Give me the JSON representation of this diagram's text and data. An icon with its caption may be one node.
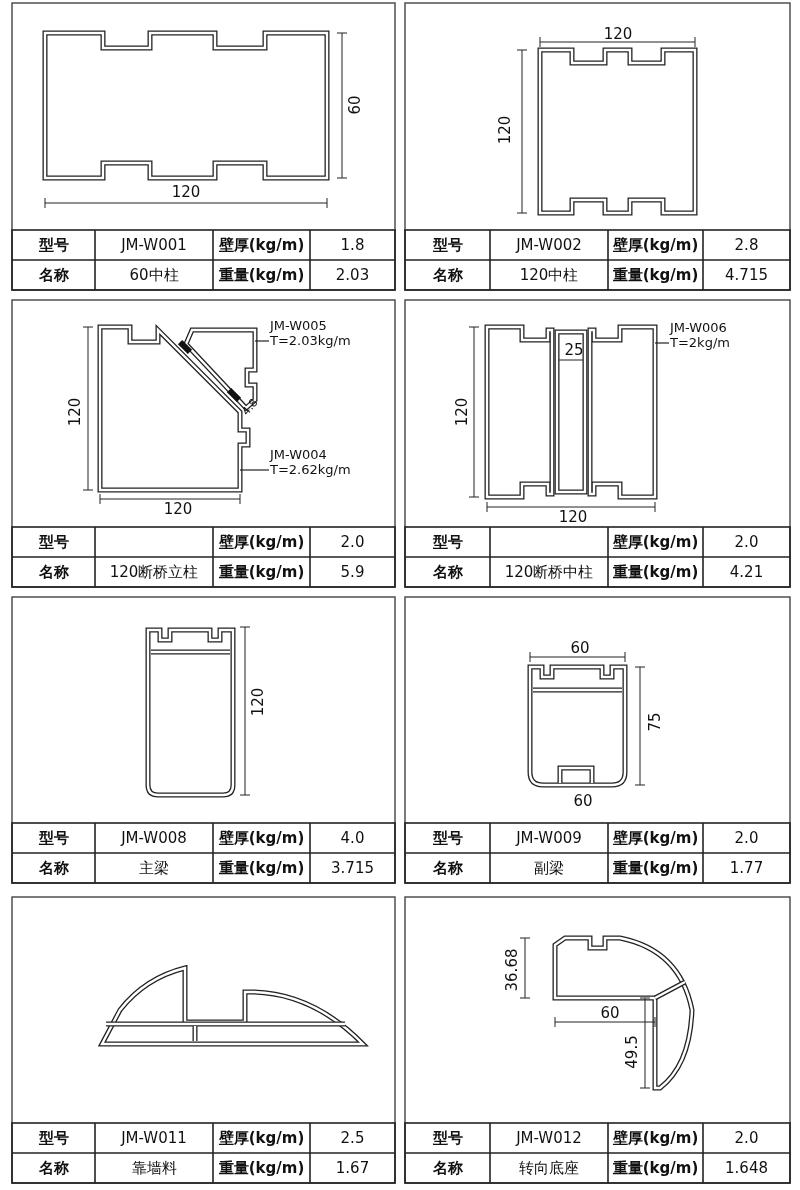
{
  "diagram": {
    "nodes": [
      {
        "text": [
          "JM-W005",
          "T=2.03kg/m"
        ]
      },
      {
        "text": [
          "JM-W004",
          "T=2.62kg/m"
        ]
      },
      {
        "text": [
          "JM-W006",
          "T=2kg/m"
        ]
      },
      {
        "text": [],
        "shape": "picture"
      },
      {
        "text": [],
        "shape": "picture"
      },
      {
        "text": [],
        "shape": "picture"
      }
    ],
    "edges": [
      {
        "from": 0,
        "to": 3,
        "arrow": "none"
      },
      {
        "from": 1,
        "to": 4,
        "arrow": "none"
      },
      {
        "from": 2,
        "to": 5,
        "arrow": "none"
      }
    ],
    "labels": [
      "60",
      "120",
      "型号",
      "JM-W001",
      "壁厚(kg/m)",
      "1.8",
      "名称",
      "60中柱",
      "重量(kg/m)",
      "2.03",
      "120",
      "120",
      "型号",
      "JM-W002",
      "壁厚(kg/m)",
      "2.8",
      "名称",
      "120中柱",
      "重量(kg/m)",
      "4.715",
      "4.8",
      "120",
      "120",
      "型号",
      "壁厚(kg/m)",
      "2.0",
      "名称",
      "120断桥立柱",
      "重量(kg/m)",
      "5.9",
      "25",
      "120",
      "120",
      "型号",
      "壁厚(kg/m)",
      "2.0",
      "名称",
      "120断桥中柱",
      "重量(kg/m)",
      "4.21",
      "120",
      "型号",
      "JM-W008",
      "壁厚(kg/m)",
      "4.0",
      "名称",
      "主梁",
      "重量(kg/m)",
      "3.715",
      "60",
      "75",
      "60",
      "型号",
      "JM-W009",
      "壁厚(kg/m)",
      "2.0",
      "名称",
      "副梁",
      "重量(kg/m)",
      "1.77",
      "型号",
      "JM-W011",
      "壁厚(kg/m)",
      "2.5",
      "名称",
      "靠墙料",
      "重量(kg/m)",
      "1.67",
      "36.68",
      "60",
      "49.5",
      "型号",
      "JM-W012",
      "壁厚(kg/m)",
      "2.0",
      "名称",
      "转向底座",
      "重量(kg/m)",
      "1.648"
    ]
  }
}
